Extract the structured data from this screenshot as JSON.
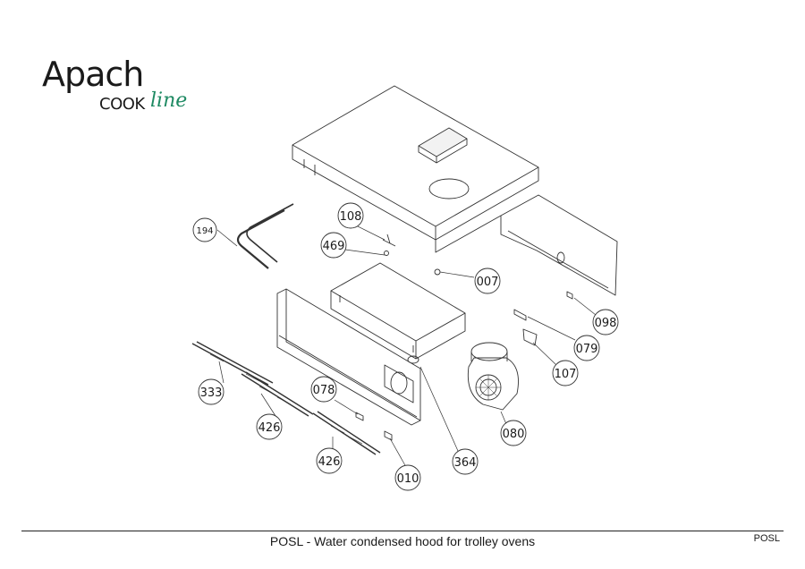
{
  "logo": {
    "brand": "Apach",
    "sub": "COOK",
    "script": "line",
    "accent_color": "#1f8a63"
  },
  "footer": {
    "title": "POSL - Water condensed hood for trolley ovens",
    "code": "POSL"
  },
  "callouts": [
    "194",
    "108",
    "469",
    "007",
    "098",
    "079",
    "107",
    "333",
    "078",
    "426",
    "426",
    "080",
    "364",
    "010"
  ]
}
